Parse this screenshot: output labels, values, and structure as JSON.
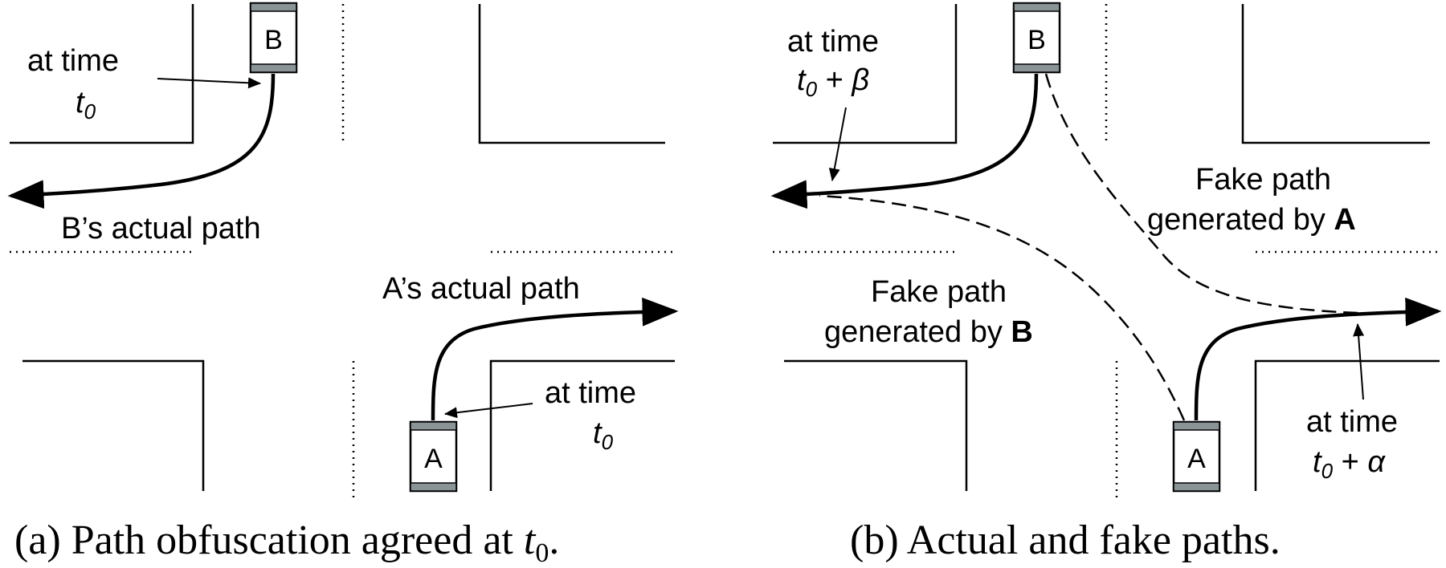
{
  "panel_a": {
    "car_top": "B",
    "car_bottom": "A",
    "b_time_label": "at time",
    "b_time_var": "t",
    "b_time_sub": "0",
    "b_path_label": "B’s actual path",
    "a_path_label": "A’s actual path",
    "a_time_label": "at time",
    "a_time_var": "t",
    "a_time_sub": "0",
    "caption_prefix": "(a) Path obfuscation agreed at ",
    "caption_var": "t",
    "caption_sub": "0",
    "caption_suffix": "."
  },
  "panel_b": {
    "car_top": "B",
    "car_bottom": "A",
    "b_time_label": "at time",
    "b_time_var": "t",
    "b_time_sub": "0",
    "b_time_op": " + ",
    "b_time_offset": "β",
    "fake_a_line1": "Fake path",
    "fake_a_line2": "generated by ",
    "fake_a_who": "A",
    "fake_b_line1": "Fake path",
    "fake_b_line2": "generated by ",
    "fake_b_who": "B",
    "a_time_label": "at time",
    "a_time_var": "t",
    "a_time_sub": "0",
    "a_time_op": " + ",
    "a_time_offset": "α",
    "caption": "(b) Actual and fake paths."
  }
}
